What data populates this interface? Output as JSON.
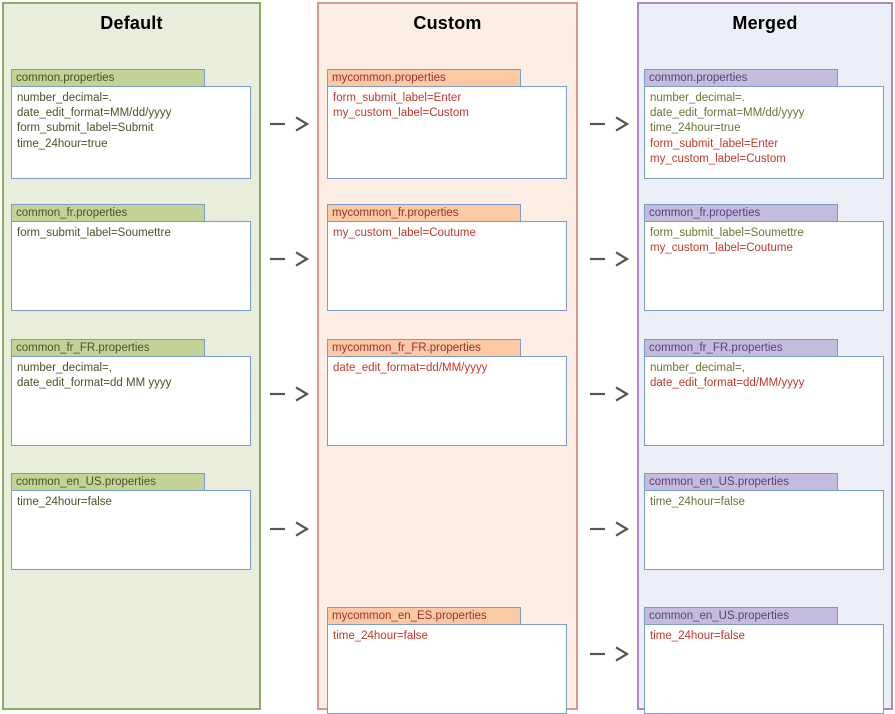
{
  "diagram": {
    "title_hidden": "",
    "columns": [
      {
        "id": "default",
        "title": "Default",
        "panel_color": "#e9eedc",
        "border_color": "#8faa63",
        "tab_color": "#c3d296",
        "text_color": "#4a5326"
      },
      {
        "id": "custom",
        "title": "Custom",
        "panel_color": "#fceee4",
        "border_color": "#d89a8e",
        "tab_color": "#fbc9a4",
        "text_color": "#c0392b"
      },
      {
        "id": "merged",
        "title": "Merged",
        "panel_color": "#edeff6",
        "border_color": "#a98cc4",
        "tab_color": "#c4bcdc",
        "text_color": "#5b3f7a"
      }
    ],
    "arrow_glyph": "—>",
    "arrow_color": "#555555",
    "rows": [
      {
        "default": {
          "filename": "common.properties",
          "lines": [
            {
              "text": "number_decimal=.",
              "kind": "inherited"
            },
            {
              "text": "date_edit_format=MM/dd/yyyy",
              "kind": "inherited"
            },
            {
              "text": "form_submit_label=Submit",
              "kind": "inherited"
            },
            {
              "text": "time_24hour=true",
              "kind": "inherited"
            }
          ]
        },
        "custom": {
          "filename": "mycommon.properties",
          "lines": [
            {
              "text": "form_submit_label=Enter",
              "kind": "custom"
            },
            {
              "text": "my_custom_label=Custom",
              "kind": "custom"
            }
          ]
        },
        "merged": {
          "filename": "common.properties",
          "lines": [
            {
              "text": "number_decimal=.",
              "kind": "inherited"
            },
            {
              "text": "date_edit_format=MM/dd/yyyy",
              "kind": "inherited"
            },
            {
              "text": "time_24hour=true",
              "kind": "inherited"
            },
            {
              "text": "form_submit_label=Enter",
              "kind": "custom"
            },
            {
              "text": "my_custom_label=Custom",
              "kind": "custom"
            }
          ]
        }
      },
      {
        "default": {
          "filename": "common_fr.properties",
          "lines": [
            {
              "text": "form_submit_label=Soumettre",
              "kind": "inherited"
            }
          ]
        },
        "custom": {
          "filename": "mycommon_fr.properties",
          "lines": [
            {
              "text": "my_custom_label=Coutume",
              "kind": "custom"
            }
          ]
        },
        "merged": {
          "filename": "common_fr.properties",
          "lines": [
            {
              "text": "form_submit_label=Soumettre",
              "kind": "inherited"
            },
            {
              "text": "my_custom_label=Coutume",
              "kind": "custom"
            }
          ]
        }
      },
      {
        "default": {
          "filename": "common_fr_FR.properties",
          "lines": [
            {
              "text": "number_decimal=,",
              "kind": "inherited"
            },
            {
              "text": "date_edit_format=dd MM yyyy",
              "kind": "inherited"
            }
          ]
        },
        "custom": {
          "filename": "mycommon_fr_FR.properties",
          "lines": [
            {
              "text": "date_edit_format=dd/MM/yyyy",
              "kind": "custom"
            }
          ]
        },
        "merged": {
          "filename": "common_fr_FR.properties",
          "lines": [
            {
              "text": "number_decimal=,",
              "kind": "inherited"
            },
            {
              "text": "date_edit_format=dd/MM/yyyy",
              "kind": "custom"
            }
          ]
        }
      },
      {
        "default": {
          "filename": "common_en_US.properties",
          "lines": [
            {
              "text": "time_24hour=false",
              "kind": "inherited"
            }
          ]
        },
        "custom": null,
        "merged": {
          "filename": "common_en_US.properties",
          "lines": [
            {
              "text": "time_24hour=false",
              "kind": "inherited"
            }
          ]
        }
      },
      {
        "default": null,
        "custom": {
          "filename": "mycommon_en_ES.properties",
          "lines": [
            {
              "text": "time_24hour=false",
              "kind": "custom"
            }
          ]
        },
        "merged": {
          "filename": "common_en_US.properties",
          "lines": [
            {
              "text": "time_24hour=false",
              "kind": "custom"
            }
          ]
        }
      }
    ]
  }
}
